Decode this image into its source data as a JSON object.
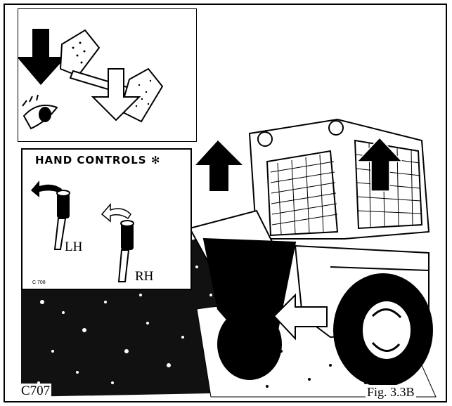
{
  "diagram": {
    "hand_controls_title": "HAND CONTROLS",
    "hand_controls_symbol": "✻",
    "lever_left_label": "LH",
    "lever_right_label": "RH",
    "inset_code": "C 708",
    "figure_code": "C707",
    "figure_caption": "Fig. 3.3B"
  },
  "colors": {
    "ink": "#000000",
    "paper": "#ffffff"
  },
  "icons": [
    "arrow-down-icon",
    "arrow-up-icon",
    "arrow-left-icon",
    "eye-icon",
    "curved-arrow-icon",
    "lever-icon"
  ]
}
